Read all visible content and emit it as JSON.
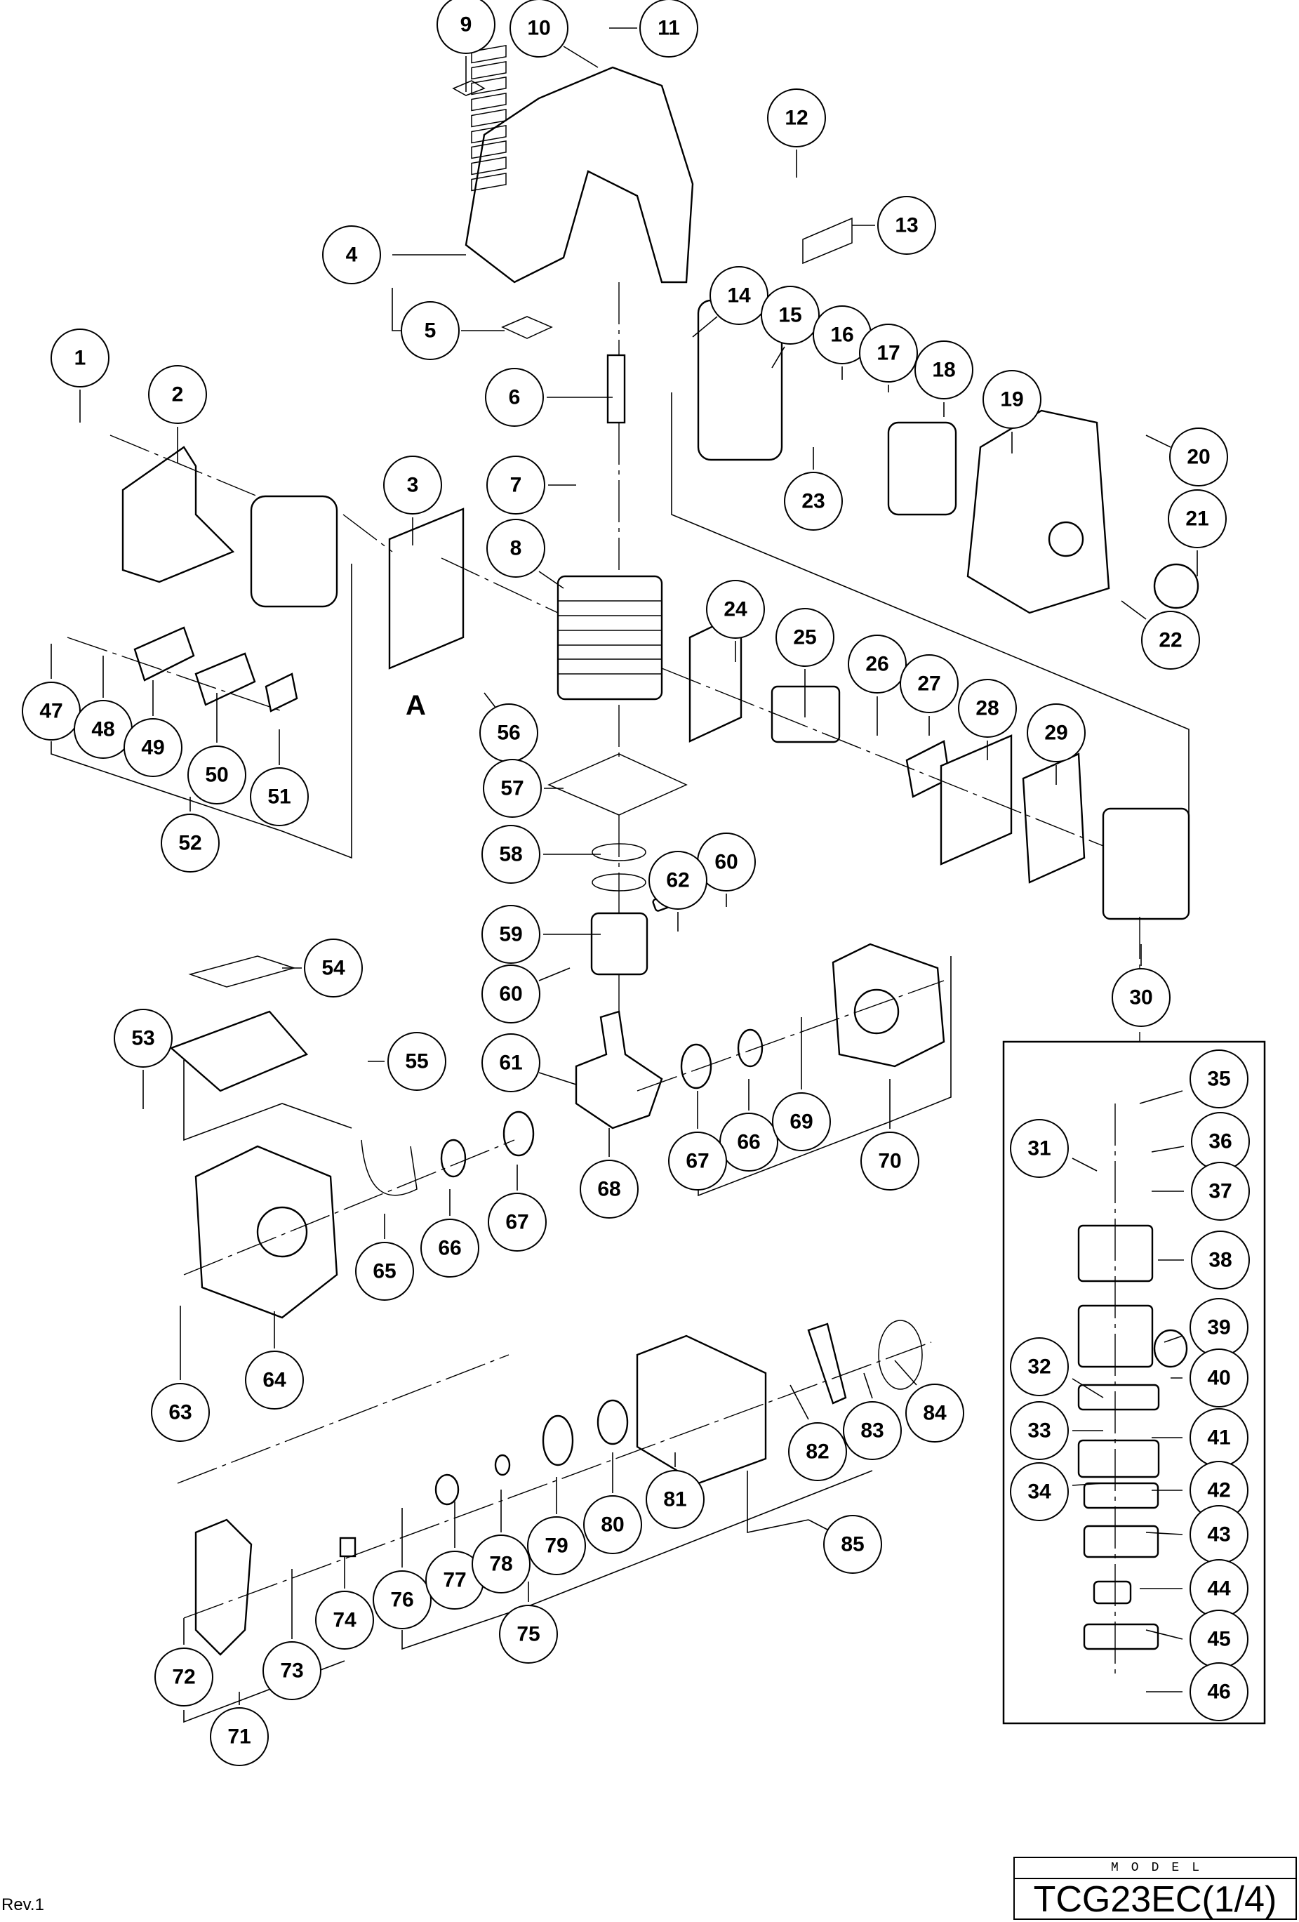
{
  "diagram": {
    "type": "exploded-parts-view",
    "reference_letter": "A",
    "callouts": [
      {
        "id": "1",
        "label": "1"
      },
      {
        "id": "2",
        "label": "2"
      },
      {
        "id": "3",
        "label": "3"
      },
      {
        "id": "4",
        "label": "4"
      },
      {
        "id": "5",
        "label": "5"
      },
      {
        "id": "6",
        "label": "6"
      },
      {
        "id": "7",
        "label": "7"
      },
      {
        "id": "8",
        "label": "8"
      },
      {
        "id": "9",
        "label": "9"
      },
      {
        "id": "10",
        "label": "10"
      },
      {
        "id": "11",
        "label": "11"
      },
      {
        "id": "12",
        "label": "12"
      },
      {
        "id": "13",
        "label": "13"
      },
      {
        "id": "14",
        "label": "14"
      },
      {
        "id": "15",
        "label": "15"
      },
      {
        "id": "16",
        "label": "16"
      },
      {
        "id": "17",
        "label": "17"
      },
      {
        "id": "18",
        "label": "18"
      },
      {
        "id": "19",
        "label": "19"
      },
      {
        "id": "20",
        "label": "20"
      },
      {
        "id": "21",
        "label": "21"
      },
      {
        "id": "22",
        "label": "22"
      },
      {
        "id": "23",
        "label": "23"
      },
      {
        "id": "24",
        "label": "24"
      },
      {
        "id": "25",
        "label": "25"
      },
      {
        "id": "26",
        "label": "26"
      },
      {
        "id": "27",
        "label": "27"
      },
      {
        "id": "28",
        "label": "28"
      },
      {
        "id": "29",
        "label": "29"
      },
      {
        "id": "30",
        "label": "30"
      },
      {
        "id": "31",
        "label": "31"
      },
      {
        "id": "32",
        "label": "32"
      },
      {
        "id": "33",
        "label": "33"
      },
      {
        "id": "34",
        "label": "34"
      },
      {
        "id": "35",
        "label": "35"
      },
      {
        "id": "36",
        "label": "36"
      },
      {
        "id": "37",
        "label": "37"
      },
      {
        "id": "38",
        "label": "38"
      },
      {
        "id": "39",
        "label": "39"
      },
      {
        "id": "40",
        "label": "40"
      },
      {
        "id": "41",
        "label": "41"
      },
      {
        "id": "42",
        "label": "42"
      },
      {
        "id": "43",
        "label": "43"
      },
      {
        "id": "44",
        "label": "44"
      },
      {
        "id": "45",
        "label": "45"
      },
      {
        "id": "46",
        "label": "46"
      },
      {
        "id": "47",
        "label": "47"
      },
      {
        "id": "48",
        "label": "48"
      },
      {
        "id": "49",
        "label": "49"
      },
      {
        "id": "50",
        "label": "50"
      },
      {
        "id": "51",
        "label": "51"
      },
      {
        "id": "52",
        "label": "52"
      },
      {
        "id": "53",
        "label": "53"
      },
      {
        "id": "54",
        "label": "54"
      },
      {
        "id": "55",
        "label": "55"
      },
      {
        "id": "56",
        "label": "56"
      },
      {
        "id": "57",
        "label": "57"
      },
      {
        "id": "58",
        "label": "58"
      },
      {
        "id": "59",
        "label": "59"
      },
      {
        "id": "60a",
        "label": "60"
      },
      {
        "id": "60b",
        "label": "60"
      },
      {
        "id": "61",
        "label": "61"
      },
      {
        "id": "62",
        "label": "62"
      },
      {
        "id": "63",
        "label": "63"
      },
      {
        "id": "64",
        "label": "64"
      },
      {
        "id": "65",
        "label": "65"
      },
      {
        "id": "66a",
        "label": "66"
      },
      {
        "id": "66b",
        "label": "66"
      },
      {
        "id": "67a",
        "label": "67"
      },
      {
        "id": "67b",
        "label": "67"
      },
      {
        "id": "68",
        "label": "68"
      },
      {
        "id": "69",
        "label": "69"
      },
      {
        "id": "70",
        "label": "70"
      },
      {
        "id": "71",
        "label": "71"
      },
      {
        "id": "72",
        "label": "72"
      },
      {
        "id": "73",
        "label": "73"
      },
      {
        "id": "74",
        "label": "74"
      },
      {
        "id": "75",
        "label": "75"
      },
      {
        "id": "76",
        "label": "76"
      },
      {
        "id": "77",
        "label": "77"
      },
      {
        "id": "78",
        "label": "78"
      },
      {
        "id": "79",
        "label": "79"
      },
      {
        "id": "80",
        "label": "80"
      },
      {
        "id": "81",
        "label": "81"
      },
      {
        "id": "82",
        "label": "82"
      },
      {
        "id": "83",
        "label": "83"
      },
      {
        "id": "84",
        "label": "84"
      },
      {
        "id": "85",
        "label": "85"
      }
    ]
  },
  "footer": {
    "revision": "Rev.1",
    "model_heading": "MODEL",
    "model_name": "TCG23EC(1/4)"
  }
}
